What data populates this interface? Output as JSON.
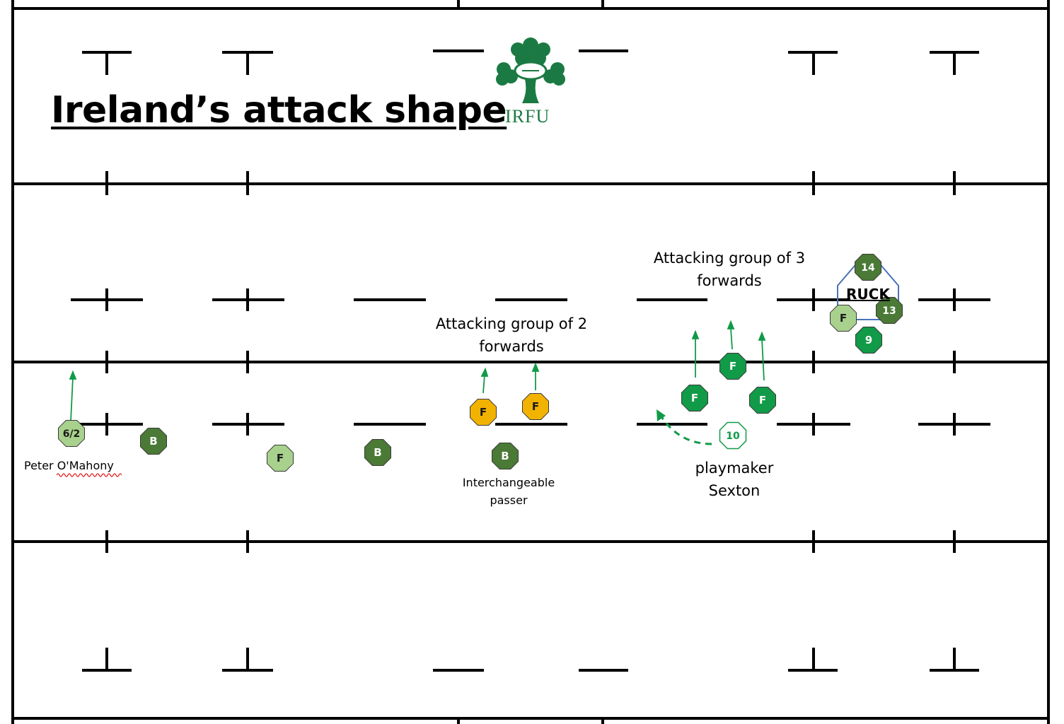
{
  "title": "Ireland’s attack shape",
  "logo": {
    "name": "IRFU shamrock logo",
    "text": "IRFU",
    "color": "#1b7a43"
  },
  "labels": {
    "group_of_2": [
      "Attacking group of 2",
      "forwards"
    ],
    "group_of_3": [
      "Attacking group of 3",
      "forwards"
    ],
    "ruck": "RUCK",
    "peter": "Peter O'Mahony",
    "interchangeable": [
      "Interchangeable",
      "passer"
    ],
    "playmaker": [
      "playmaker",
      "Sexton"
    ]
  },
  "colors": {
    "dark_green": "#4a7a35",
    "bright_green": "#119a48",
    "light_green": "#a8d18d",
    "gold": "#f2b200",
    "white": "#ffffff",
    "arrow": "#119a48",
    "ruck_outline": "#4a72b8"
  },
  "players": [
    {
      "label": "6/2",
      "color": "light_green",
      "role": "blindside-flanker"
    },
    {
      "label": "B",
      "color": "dark_green",
      "role": "back"
    },
    {
      "label": "F",
      "color": "light_green",
      "role": "forward"
    },
    {
      "label": "B",
      "color": "dark_green",
      "role": "back"
    },
    {
      "label": "F",
      "color": "gold",
      "role": "forward-group2"
    },
    {
      "label": "F",
      "color": "gold",
      "role": "forward-group2"
    },
    {
      "label": "B",
      "color": "dark_green",
      "role": "interchangeable-passer"
    },
    {
      "label": "F",
      "color": "bright_green",
      "role": "forward-group3"
    },
    {
      "label": "F",
      "color": "bright_green",
      "role": "forward-group3"
    },
    {
      "label": "F",
      "color": "bright_green",
      "role": "forward-group3"
    },
    {
      "label": "10",
      "color": "white",
      "role": "playmaker"
    },
    {
      "label": "14",
      "color": "dark_green",
      "role": "ruck"
    },
    {
      "label": "13",
      "color": "dark_green",
      "role": "ruck"
    },
    {
      "label": "F",
      "color": "light_green",
      "role": "ruck"
    },
    {
      "label": "9",
      "color": "bright_green",
      "role": "scrum-half"
    }
  ]
}
